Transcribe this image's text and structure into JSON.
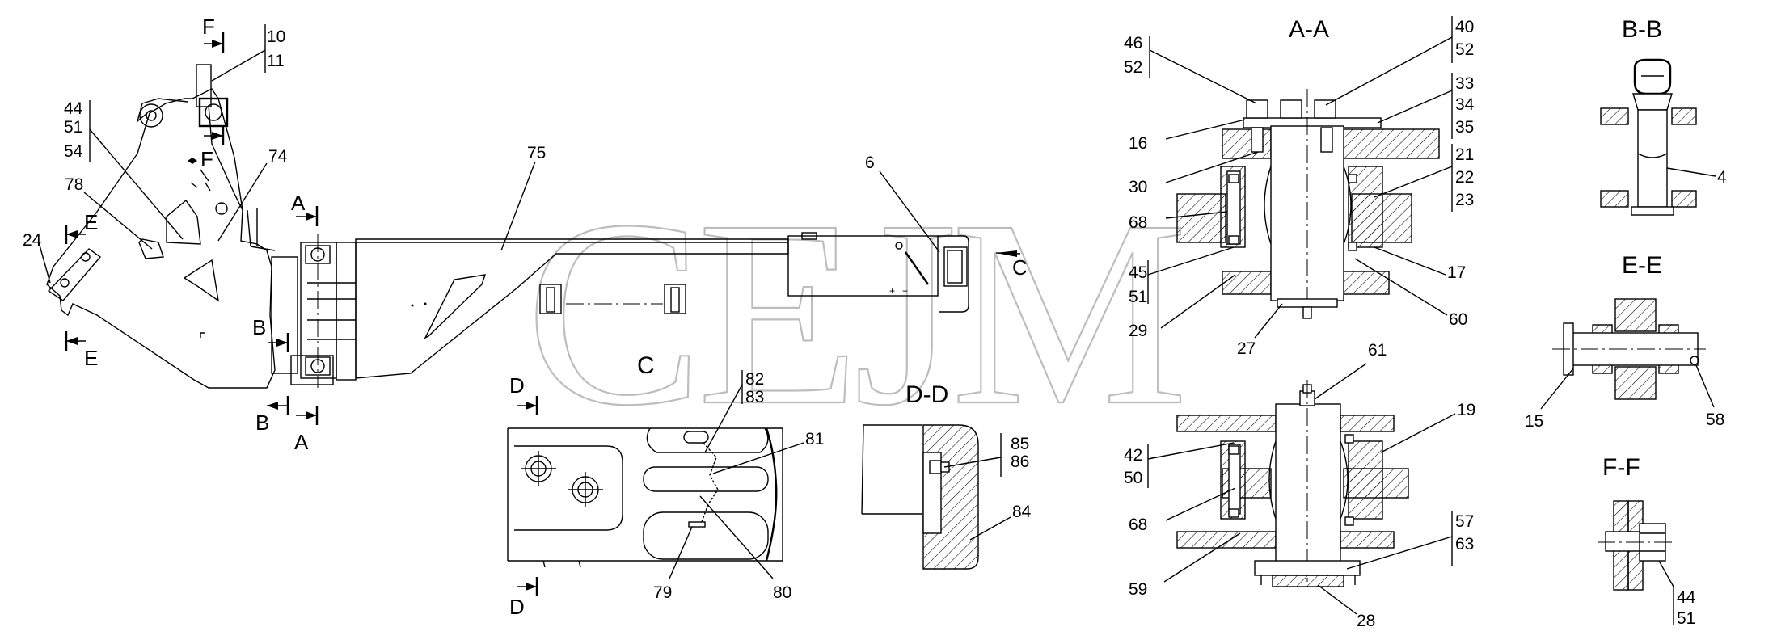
{
  "watermark": "CEJM",
  "section_titles": {
    "aa": "A-A",
    "bb": "B-B",
    "ee": "E-E",
    "ff": "F-F",
    "dd": "D-D",
    "c": "C"
  },
  "cut_letters": {
    "f_top": "F",
    "f_mid": "F",
    "a_top": "A",
    "a_bot": "A",
    "b_top": "B",
    "b_bot": "B",
    "e_top": "E",
    "e_bot": "E",
    "c_view": "C",
    "d_top": "D",
    "d_bot": "D"
  },
  "callouts": {
    "main": {
      "p10": "10",
      "p11": "11",
      "p44": "44",
      "p51": "51",
      "p54": "54",
      "p78": "78",
      "p24": "24",
      "p74": "74",
      "p75": "75",
      "p6": "6"
    },
    "view_c": {
      "p82": "82",
      "p83": "83",
      "p81": "81",
      "p79": "79",
      "p80": "80"
    },
    "section_dd": {
      "p85": "85",
      "p86": "86",
      "p84": "84"
    },
    "section_aa": {
      "p46": "46",
      "p52a": "52",
      "p40": "40",
      "p52b": "52",
      "p33": "33",
      "p34": "34",
      "p35": "35",
      "p16": "16",
      "p30": "30",
      "p21": "21",
      "p22": "22",
      "p23": "23",
      "p68a": "68",
      "p45": "45",
      "p51": "51",
      "p29": "29",
      "p17": "17",
      "p60": "60",
      "p27": "27"
    },
    "section_lower": {
      "p61": "61",
      "p19": "19",
      "p42": "42",
      "p50": "50",
      "p68b": "68",
      "p57": "57",
      "p63": "63",
      "p59": "59",
      "p28": "28"
    },
    "section_bb": {
      "p4": "4"
    },
    "section_ee": {
      "p15": "15",
      "p58": "58"
    },
    "section_ff": {
      "p44": "44",
      "p51": "51"
    }
  }
}
